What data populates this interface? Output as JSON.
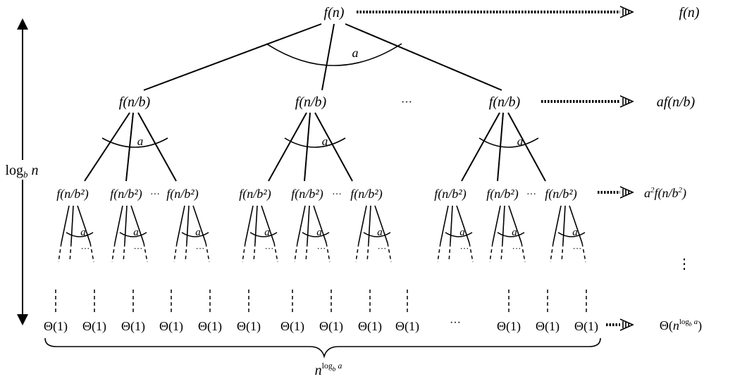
{
  "diagram": {
    "root_label": "f(n)",
    "branch_factor": "a",
    "level1_node": "f(n/b)",
    "level2_node": "f(n/b²)",
    "ellipsis": "⋯",
    "horiz_ellipsis": "···",
    "leaf_label": "Θ(1)",
    "leaf_count_label": "n^(log_b a)"
  },
  "left_axis": {
    "label": "log_b n"
  },
  "row_costs": {
    "level0": "f(n)",
    "level1": "af(n/b)",
    "level2": "a²f(n/b²)",
    "middle": "⋮",
    "leaves": "Θ(n^(log_b a))"
  }
}
